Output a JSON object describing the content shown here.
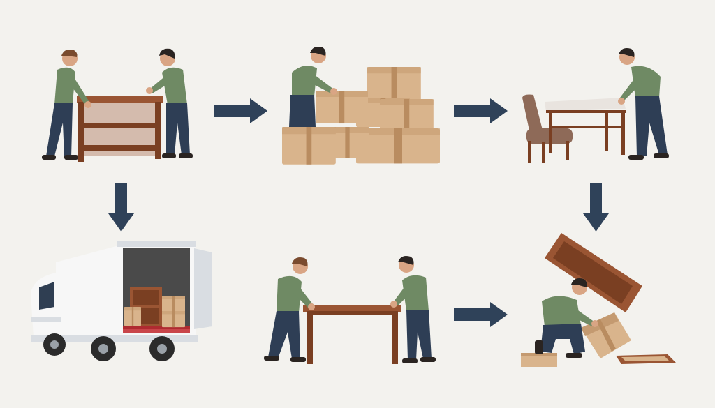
{
  "diagram": {
    "kind": "illustrated process flow",
    "palette": {
      "background": "#f3f2ee",
      "arrow": "#2f4259",
      "shirt": "#6f8a64",
      "shirt_shadow": "#5c7552",
      "pants": "#2e3e55",
      "pants_shadow": "#24324a",
      "skin": "#d9a584",
      "hair": "#2a2421",
      "hair_brown": "#7a4b2e",
      "wood": "#7a3f22",
      "wood_light": "#9a5533",
      "box": "#d9b48c",
      "box_shadow": "#c49a70",
      "tape": "#b98c60",
      "truck_body": "#f7f7f7",
      "truck_shadow": "#d9dde2",
      "truck_cargo": "#4a4a4a",
      "tire": "#2b2b2b",
      "chair": "#8e6a58",
      "table_top": "#e9e4df"
    },
    "steps": [
      {
        "id": "carry-shelf",
        "icons": [
          "mover-icon",
          "mover-icon",
          "shelf-icon"
        ]
      },
      {
        "id": "pack-boxes",
        "icons": [
          "mover-icon",
          "box-stack-icon"
        ]
      },
      {
        "id": "move-table-chair",
        "icons": [
          "mover-icon",
          "chair-icon",
          "table-icon"
        ]
      },
      {
        "id": "load-truck",
        "icons": [
          "truck-icon",
          "shelf-icon",
          "box-icon"
        ]
      },
      {
        "id": "carry-table",
        "icons": [
          "mover-icon",
          "mover-icon",
          "table-icon"
        ]
      },
      {
        "id": "assemble-furniture",
        "icons": [
          "mover-icon",
          "cabinet-icon",
          "box-icon",
          "board-icon"
        ]
      }
    ],
    "connections": [
      {
        "from": "carry-shelf",
        "to": "pack-boxes",
        "direction": "right"
      },
      {
        "from": "pack-boxes",
        "to": "move-table-chair",
        "direction": "right"
      },
      {
        "from": "carry-shelf",
        "to": "load-truck",
        "direction": "down"
      },
      {
        "from": "move-table-chair",
        "to": "assemble-furniture",
        "direction": "down"
      },
      {
        "from": "carry-table",
        "to": "assemble-furniture",
        "direction": "right"
      }
    ]
  }
}
